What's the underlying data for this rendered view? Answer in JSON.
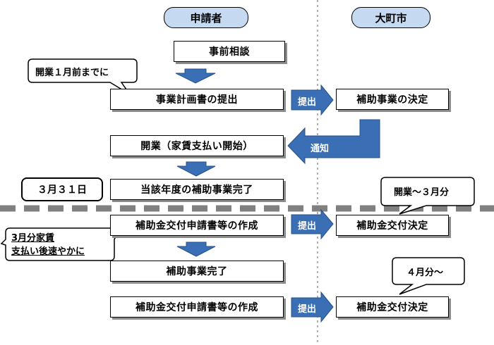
{
  "headers": {
    "applicant": "申請者",
    "city": "大町市"
  },
  "steps": {
    "consult": "事前相談",
    "plan_submit": "事業計画書の提出",
    "decision": "補助事業の決定",
    "opening": "開業（家賃支払い開始）",
    "year_complete": "当該年度の補助事業完了",
    "app_create_1": "補助金交付申請書等の作成",
    "grant_decision_1": "補助金交付決定",
    "project_complete": "補助事業完了",
    "app_create_2": "補助金交付申請書等の作成",
    "grant_decision_2": "補助金交付決定"
  },
  "arrows": {
    "submit_1": "提出",
    "notify": "通知",
    "submit_2": "提出",
    "submit_3": "提出"
  },
  "notes": {
    "before_opening": "開業１月前までに",
    "march_31": "３月３１日",
    "march_rent_line1": "3月分家賃",
    "march_rent_line2": "支払い後速やかに",
    "opening_to_march": "開業～３月分",
    "april_onward": "４月分～"
  },
  "colors": {
    "header_fill": "#c5d9f1",
    "arrow_fill": "#3a6fb5",
    "fiscal_bar": "#808080"
  }
}
